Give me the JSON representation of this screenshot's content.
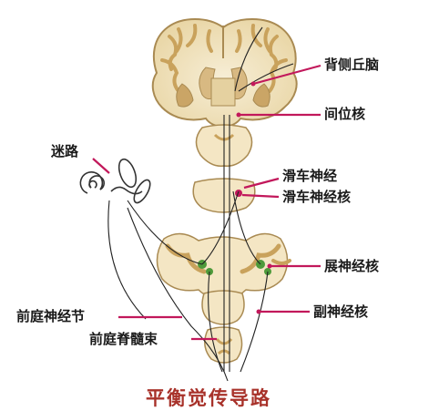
{
  "title": "平衡觉传导路",
  "labels": {
    "dorsal_thalamus": "背侧丘脑",
    "interstitial_nucleus": "间位核",
    "labyrinth": "迷路",
    "trochlear_nerve": "滑车神经",
    "trochlear_nucleus": "滑车神经核",
    "abducens_nucleus": "展神经核",
    "vestibular_ganglion": "前庭神经节",
    "accessory_nucleus": "副神经核",
    "vestibulospinal_tract": "前庭脊髓束"
  },
  "colors": {
    "tissue": "#f4e6c4",
    "white_matter": "#f3e9cf",
    "gray_matter": "#c9a25c",
    "brain_outline": "#a98a52",
    "pointer": "#c2185b",
    "ganglion": "#4e9a3a",
    "fiber": "#222222",
    "title": "#a8322a"
  }
}
